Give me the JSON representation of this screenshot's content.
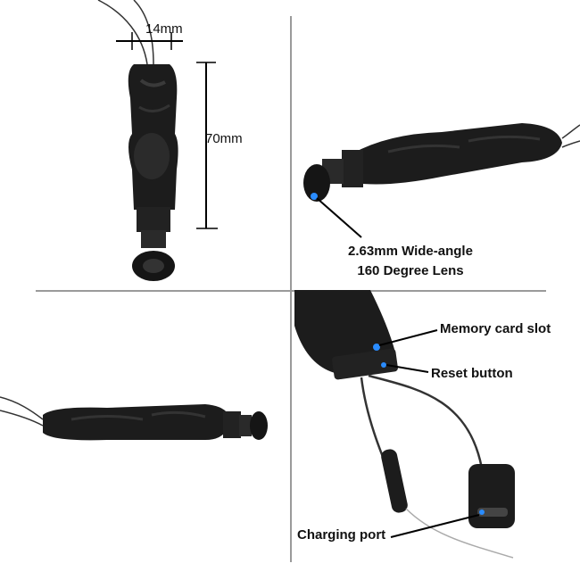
{
  "dimensions": {
    "width_label": "14mm",
    "length_label": "70mm"
  },
  "lens": {
    "line1": "2.63mm Wide-angle",
    "line2": "160 Degree Lens"
  },
  "ports": {
    "memory_card_slot": "Memory card slot",
    "reset_button": "Reset button",
    "charging_port": "Charging port"
  },
  "colors": {
    "body": "#1c1c1c",
    "highlight": "#2a8cff",
    "divider": "#9a9a9a"
  }
}
